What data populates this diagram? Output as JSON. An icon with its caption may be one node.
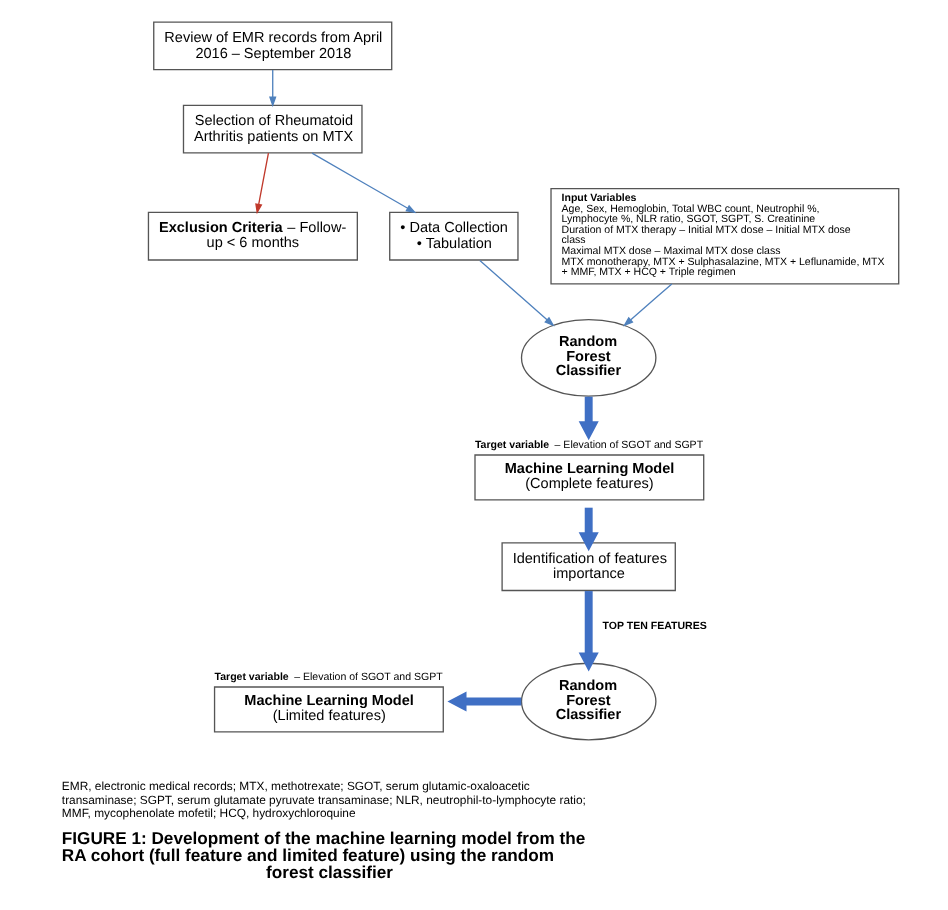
{
  "diagram": {
    "caption": "FIGURE 1: Development of the machine learning model from the RA cohort (full feature and limited feature) using the random forest classifier",
    "nodes": [
      {
        "text": [
          "Review of EMR records from April 2016 – September 2018"
        ]
      },
      {
        "text": [
          "Selection of Rheumatoid Arthritis patients on MTX"
        ]
      },
      {
        "text": [
          "**Exclusion Criteria** – Follow-up < 6 months"
        ]
      },
      {
        "text": [
          "• Data Collection",
          "• Tabulation"
        ]
      },
      {
        "text": [
          "Input Variables",
          "Age, Sex, Hemoglobin, Total WBC count, Neutrophil %, Lymphocyte %, NLR ratio, SGOT, SGPT, S. Creatinine",
          "Duration of MTX therapy – Initial MTX dose – Initial MTX dose class",
          "Maximal MTX dose – Maximal MTX dose class",
          "MTX monotherapy, MTX + Sulphasalazine, MTX + Leflunamide, MTX + MMF, MTX + HCQ + Triple regimen"
        ]
      },
      {
        "text": [
          "Random Forest Classifier"
        ]
      },
      {
        "text": [
          "Machine Learning Model",
          "(Complete features)"
        ],
        "beside": [
          "**Target variable** – Elevation of SGOT and SGPT"
        ]
      },
      {
        "text": [
          "Identification of features importance"
        ]
      },
      {
        "text": [
          "Random Forest Classifier"
        ]
      },
      {
        "text": [
          "Machine Learning Model",
          "(Limited features)"
        ],
        "beside": [
          "**Target variable** – Elevation of SGOT and SGPT"
        ]
      }
    ],
    "edges": [
      {
        "from": 0,
        "to": 1,
        "arrow": "to"
      },
      {
        "from": 1,
        "to": 2,
        "arrow": "to",
        "color": "#c0392b"
      },
      {
        "from": 1,
        "to": 3,
        "arrow": "to"
      },
      {
        "from": 3,
        "to": 5,
        "arrow": "to"
      },
      {
        "from": 4,
        "to": 5,
        "arrow": "to"
      },
      {
        "from": 5,
        "to": 6,
        "arrow": "to",
        "style": "thick",
        "color": "#3f6fc4"
      },
      {
        "from": 6,
        "to": 7,
        "arrow": "to",
        "style": "thick",
        "color": "#3f6fc4"
      },
      {
        "from": 7,
        "to": 8,
        "arrow": "to",
        "style": "thick",
        "color": "#3f6fc4",
        "label": "TOP TEN FEATURES"
      },
      {
        "from": 8,
        "to": 9,
        "arrow": "to",
        "style": "thick",
        "color": "#3f6fc4"
      }
    ],
    "labels": [
      "EMR, electronic medical records; MTX, methotrexate; SGOT, serum glutamic-oxaloacetic transaminase; SGPT, serum glutamate pyruvate transaminase; NLR, neutrophil-to-lymphocyte ratio; MMF, mycophenolate mofetil; HCQ, hydroxychloroquine"
    ]
  }
}
